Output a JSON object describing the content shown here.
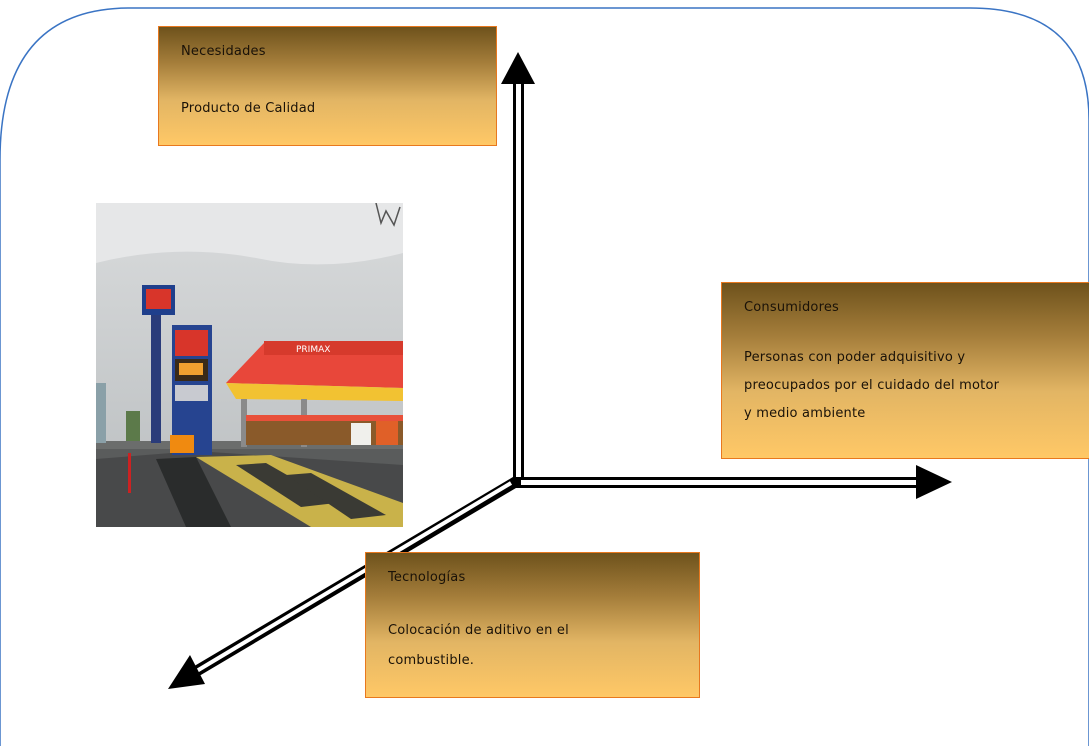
{
  "needs": {
    "title": "Necesidades",
    "body": "Producto de Calidad"
  },
  "consumers": {
    "title": "Consumidores",
    "lines": [
      "Personas con poder adquisitivo y",
      "preocupados por el cuidado del motor",
      "y medio ambiente"
    ]
  },
  "technologies": {
    "title": "Tecnologías",
    "lines": [
      "Colocación de aditivo en el",
      "combustible."
    ]
  },
  "photo": {
    "sign_text": "PRIMAX"
  },
  "colors": {
    "frame_border": "#3a74c4",
    "box_border": "#e8781e",
    "box_dark": "#6e521c",
    "box_light": "#ffc866",
    "arrow": "#000000"
  }
}
